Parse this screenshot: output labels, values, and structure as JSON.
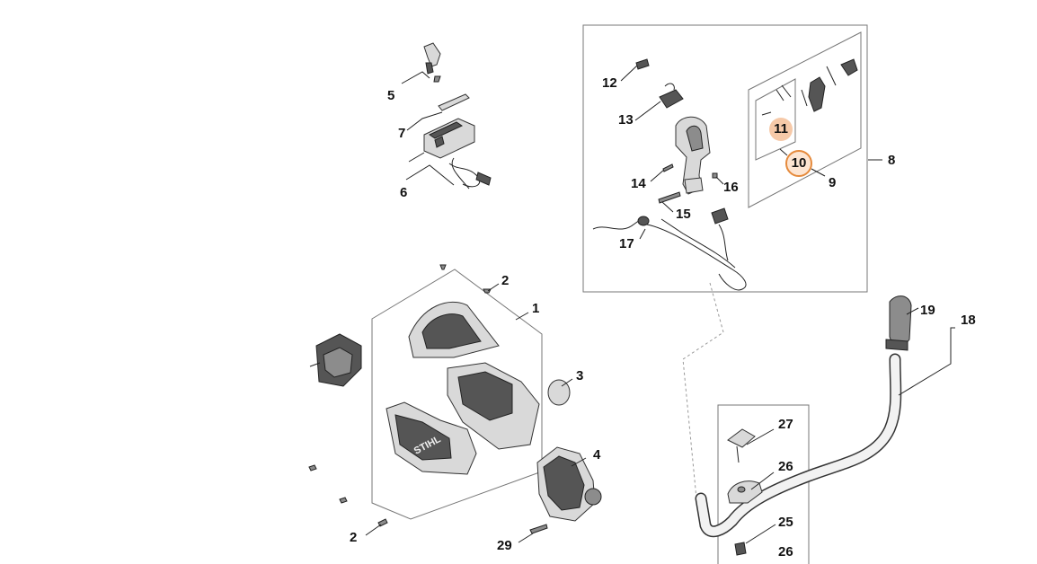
{
  "callouts": [
    {
      "id": "1",
      "text": "1"
    },
    {
      "id": "2a",
      "text": "2"
    },
    {
      "id": "2b",
      "text": "2"
    },
    {
      "id": "3",
      "text": "3"
    },
    {
      "id": "4",
      "text": "4"
    },
    {
      "id": "5",
      "text": "5"
    },
    {
      "id": "6",
      "text": "6"
    },
    {
      "id": "7",
      "text": "7"
    },
    {
      "id": "8",
      "text": "8"
    },
    {
      "id": "9",
      "text": "9"
    },
    {
      "id": "10",
      "text": "10"
    },
    {
      "id": "11",
      "text": "11"
    },
    {
      "id": "12",
      "text": "12"
    },
    {
      "id": "13",
      "text": "13"
    },
    {
      "id": "14",
      "text": "14"
    },
    {
      "id": "15",
      "text": "15"
    },
    {
      "id": "16",
      "text": "16"
    },
    {
      "id": "17",
      "text": "17"
    },
    {
      "id": "18",
      "text": "18"
    },
    {
      "id": "19",
      "text": "19"
    },
    {
      "id": "25",
      "text": "25"
    },
    {
      "id": "26a",
      "text": "26"
    },
    {
      "id": "26b",
      "text": "26"
    },
    {
      "id": "27",
      "text": "27"
    },
    {
      "id": "29",
      "text": "29"
    }
  ],
  "brand_marking": "STIHL",
  "highlight": {
    "selected_part": "10",
    "related_part": "11",
    "ring_color": "#e58a3c",
    "fill_color": "#f6c9a8"
  }
}
